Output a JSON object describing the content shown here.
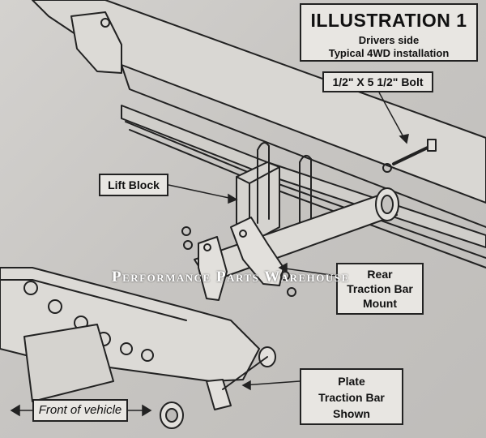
{
  "title": {
    "heading": "ILLUSTRATION 1",
    "line1": "Drivers side",
    "line2": "Typical 4WD installation"
  },
  "labels": {
    "bolt": "1/2\" X 5 1/2\" Bolt",
    "lift_block": "Lift Block",
    "rear_mount": [
      "Rear",
      "Traction Bar",
      "Mount"
    ],
    "plate": [
      "Plate",
      "Traction Bar",
      "Shown"
    ],
    "front": "Front of vehicle"
  },
  "watermark": "Performance Parts Warehouse",
  "colors": {
    "ink": "#222222",
    "paper": "#c9c7c4",
    "box": "#e8e6e2",
    "watermark": "#ffffff"
  }
}
